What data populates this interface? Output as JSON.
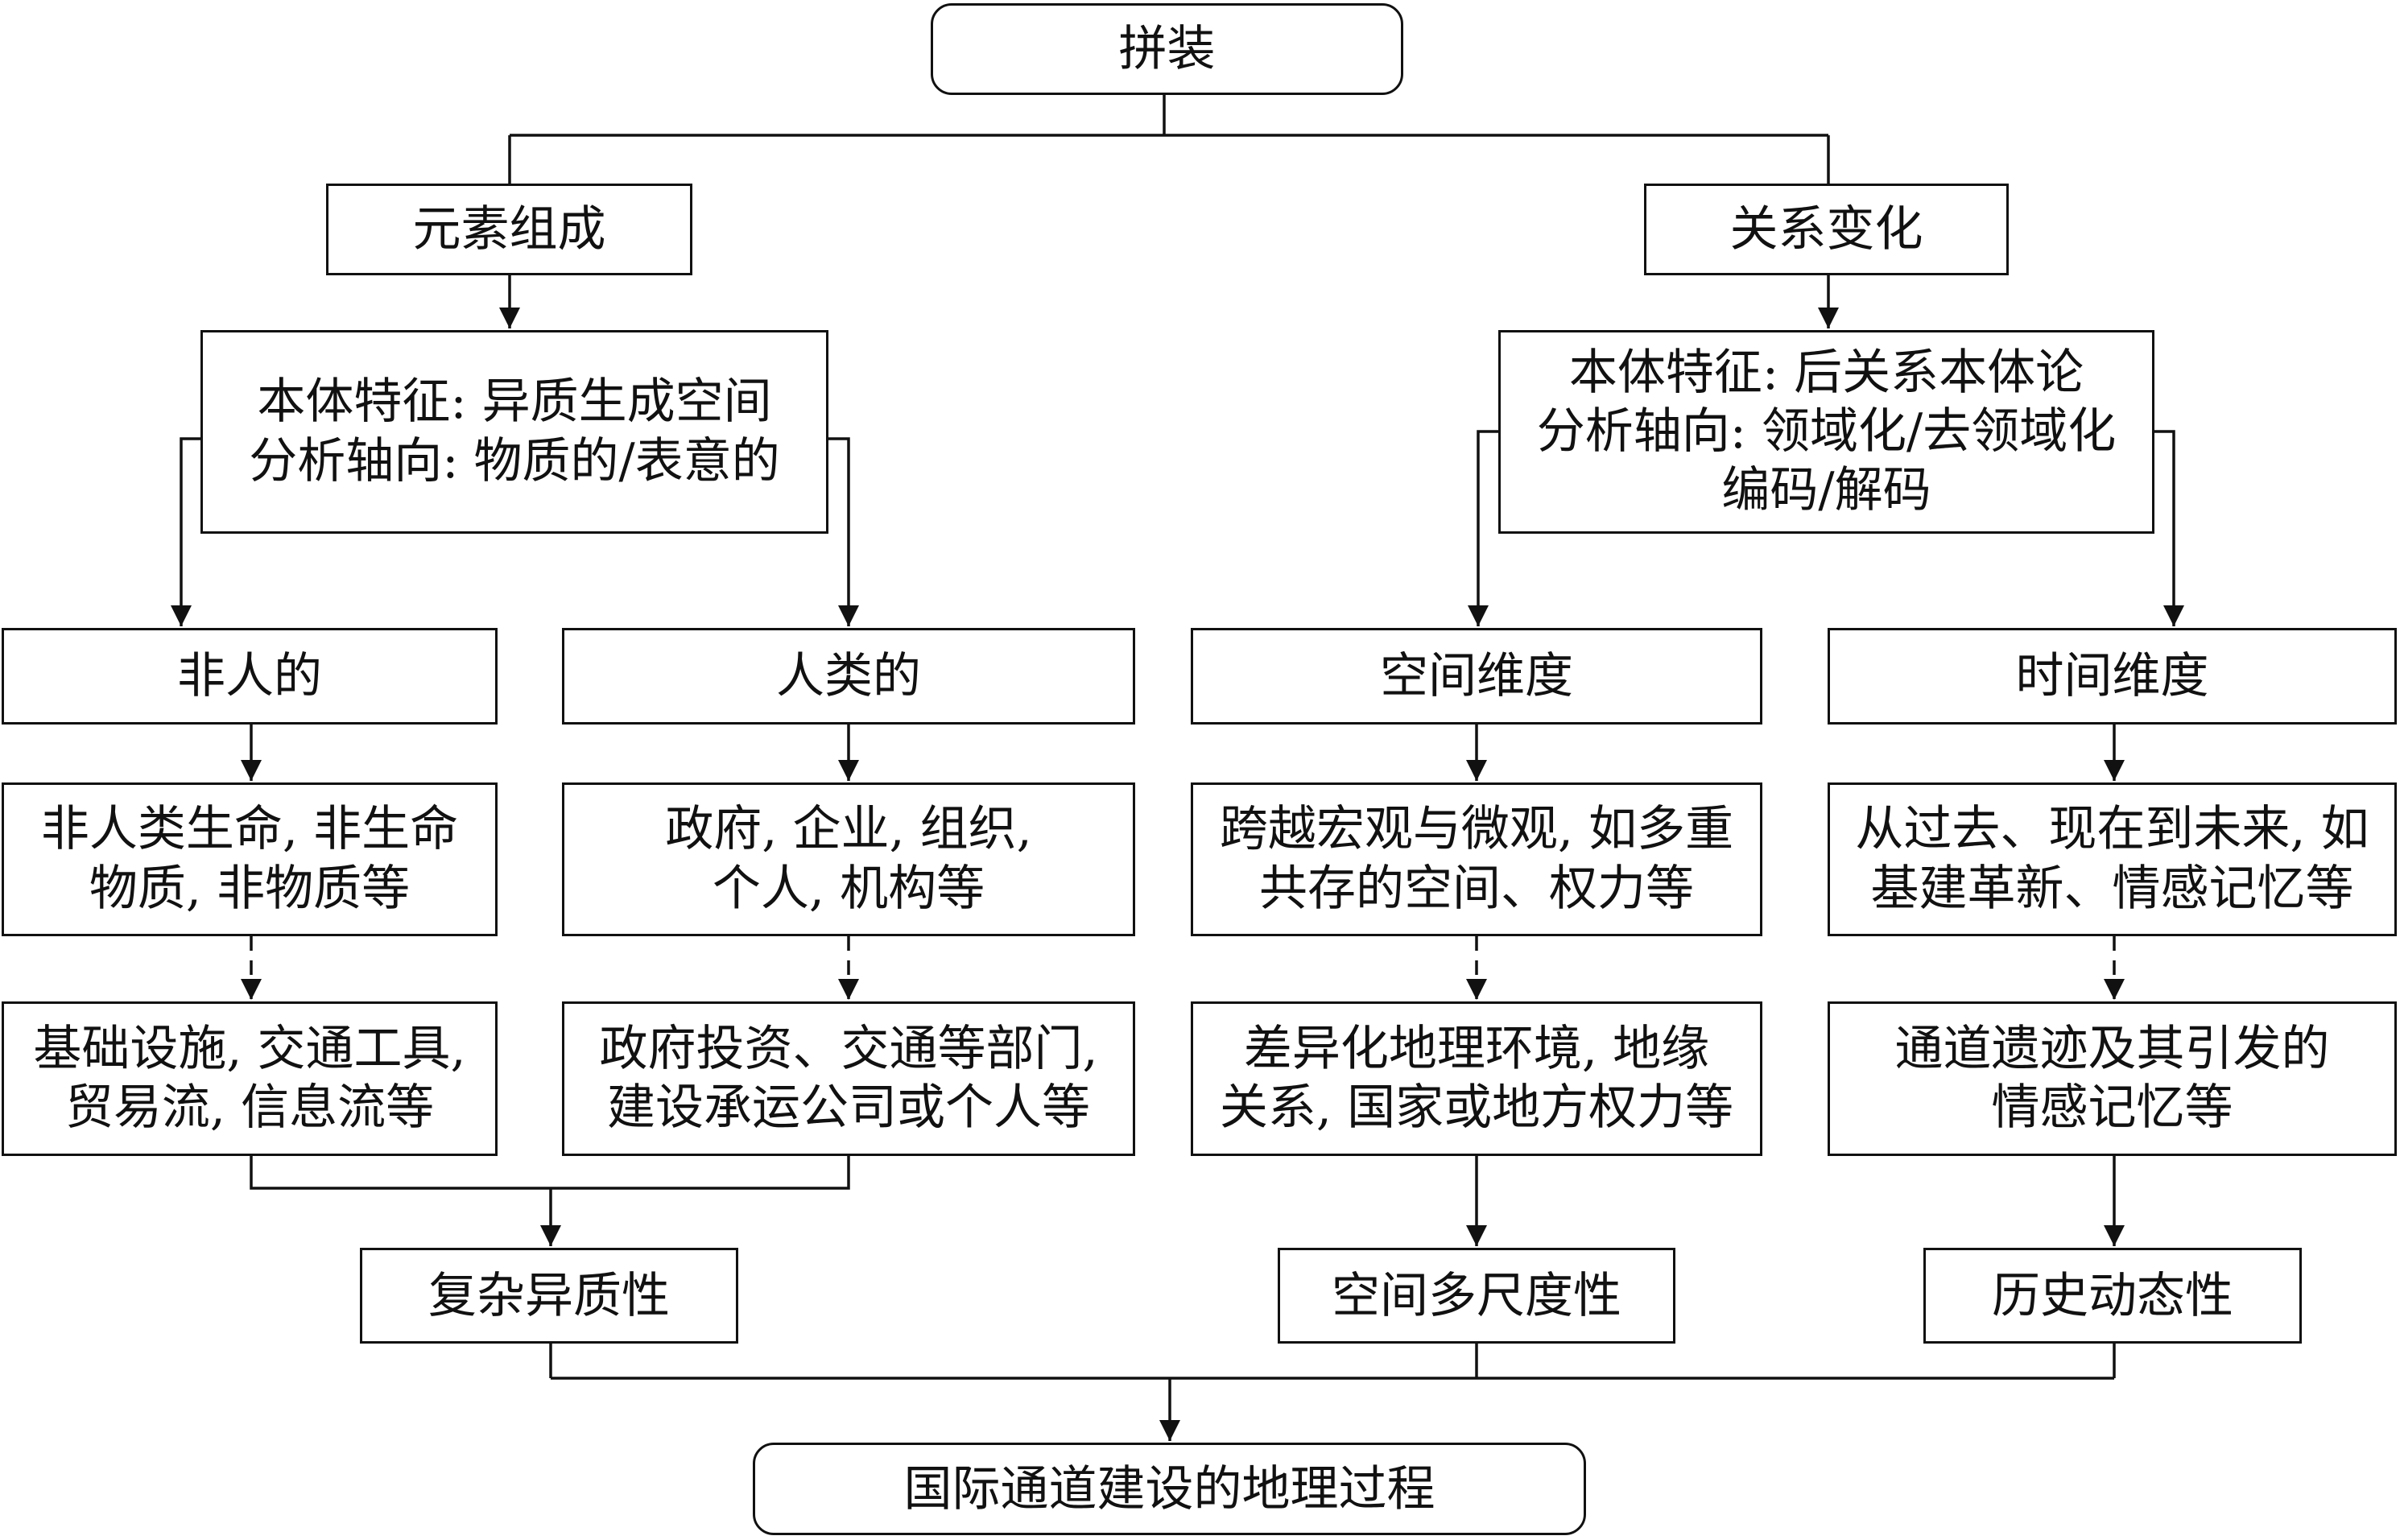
{
  "diagram": {
    "root": {
      "label": "拼装"
    },
    "left_branch": {
      "label": "元素组成",
      "ontology_lines": [
        "本体特征: 异质生成空间",
        "分析轴向: 物质的/表意的"
      ],
      "col1": {
        "label": "非人的",
        "examples": [
          "非人类生命, 非生命",
          "物质, 非物质等"
        ],
        "instances": [
          "基础设施, 交通工具,",
          "贸易流, 信息流等"
        ]
      },
      "col2": {
        "label": "人类的",
        "examples": [
          "政府, 企业, 组织,",
          "个人, 机构等"
        ],
        "instances": [
          "政府投资、交通等部门,",
          "建设承运公司或个人等"
        ]
      },
      "result": "复杂异质性"
    },
    "right_branch": {
      "label": "关系变化",
      "ontology_lines": [
        "本体特征: 后关系本体论",
        "分析轴向: 领域化/去领域化",
        "编码/解码"
      ],
      "col3": {
        "label": "空间维度",
        "examples": [
          "跨越宏观与微观, 如多重",
          "共存的空间、权力等"
        ],
        "instances": [
          "差异化地理环境, 地缘",
          "关系, 国家或地方权力等"
        ],
        "result": "空间多尺度性"
      },
      "col4": {
        "label": "时间维度",
        "examples": [
          "从过去、现在到未来, 如",
          "基建革新、情感记忆等"
        ],
        "instances": [
          "通道遗迹及其引发的",
          "情感记忆等"
        ],
        "result": "历史动态性"
      }
    },
    "final": {
      "label": "国际通道建设的地理过程"
    }
  }
}
